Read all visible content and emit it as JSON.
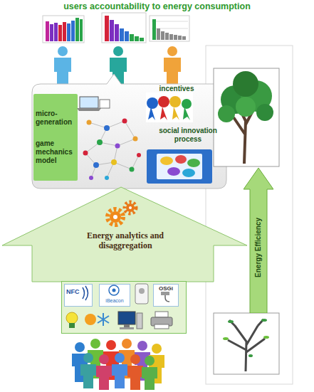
{
  "diagram": {
    "title": "users accountability to energy consumption",
    "nodes": [
      {
        "text": [
          "micro-generation",
          "game mechanics model"
        ]
      },
      {
        "text": [
          "Energy analytics and disaggregation"
        ]
      },
      {
        "text": [
          "Energy Efficiency"
        ]
      },
      {
        "text": [
          "NFC",
          "iBeacon",
          "OSGi"
        ]
      }
    ],
    "labels": [
      "incentives",
      "social innovation process"
    ]
  }
}
